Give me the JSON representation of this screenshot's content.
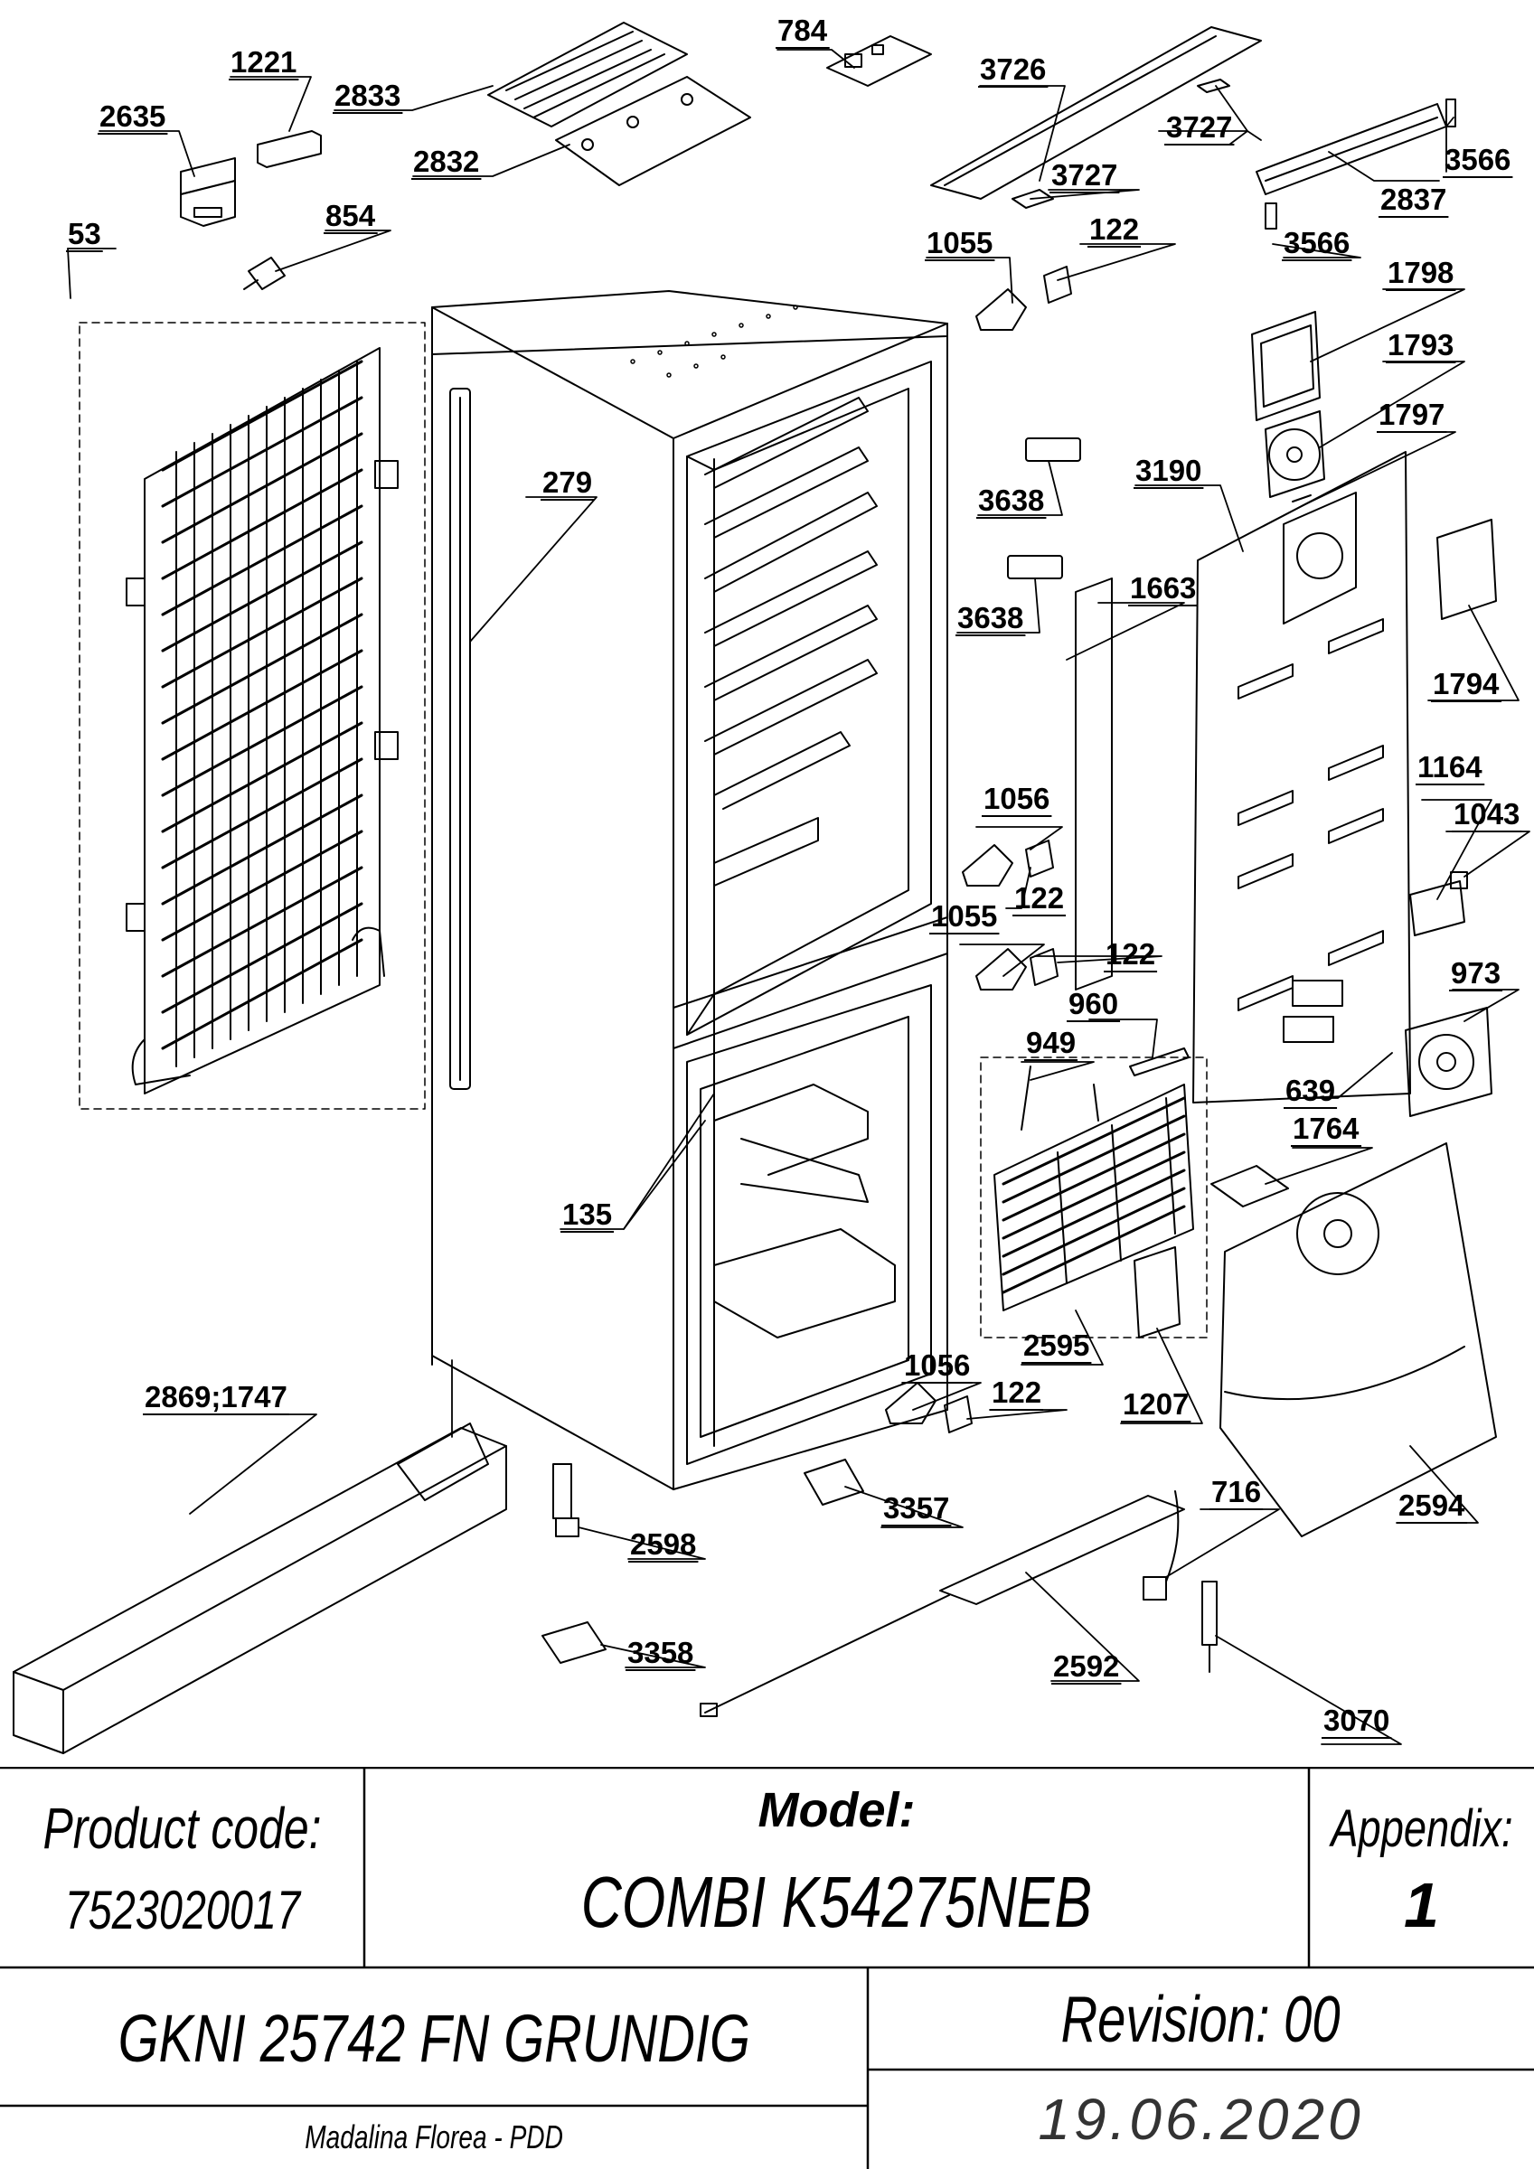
{
  "parts": {
    "p53": "53",
    "p2635": "2635",
    "p1221": "1221",
    "p2833": "2833",
    "p2832": "2832",
    "p854": "854",
    "p784": "784",
    "p3726": "3726",
    "p3727a": "3727",
    "p3727b": "3727",
    "p3566a": "3566",
    "p2837": "2837",
    "p3566b": "3566",
    "p1055a": "1055",
    "p122a": "122",
    "p1798": "1798",
    "p1793": "1793",
    "p1797": "1797",
    "p279": "279",
    "p3638a": "3638",
    "p3190": "3190",
    "p3638b": "3638",
    "p1663": "1663",
    "p1794": "1794",
    "p1164": "1164",
    "p1043": "1043",
    "p1056a": "1056",
    "p122b": "122",
    "p1055b": "1055",
    "p122c": "122",
    "p960": "960",
    "p973": "973",
    "p949": "949",
    "p639": "639",
    "p1764": "1764",
    "p135": "135",
    "p2595": "2595",
    "p1056b": "1056",
    "p122d": "122",
    "p1207": "1207",
    "p2869": "2869;1747",
    "p716": "716",
    "p3357": "3357",
    "p2594": "2594",
    "p2598": "2598",
    "p3358": "3358",
    "p2592": "2592",
    "p3070": "3070"
  },
  "title_block": {
    "product_code_label": "Product code:",
    "product_code": "7523020017",
    "model_label": "Model:",
    "model": "COMBI K54275NEB",
    "appendix_label": "Appendix:",
    "appendix": "1",
    "product_name": "GKNI 25742 FN GRUNDIG",
    "revision": "Revision: 00",
    "date": "19.06.2020",
    "author": "Madalina Florea - PDD"
  }
}
